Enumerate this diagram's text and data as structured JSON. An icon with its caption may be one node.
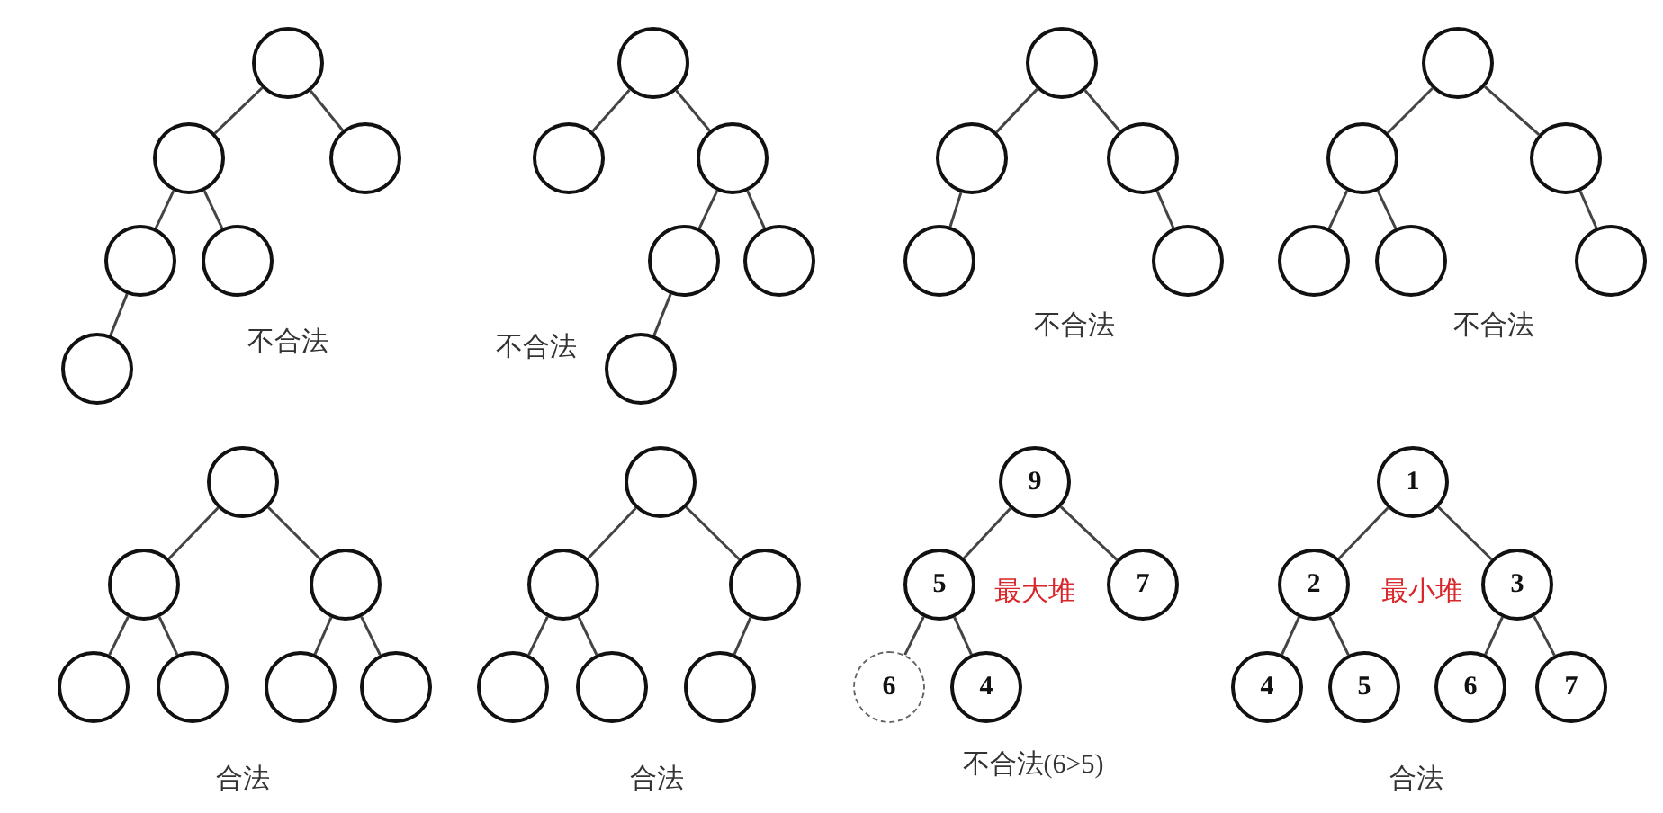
{
  "diagram": {
    "nodes": [
      {
        "text": [],
        "shape": "circle"
      },
      {
        "text": [],
        "shape": "circle"
      },
      {
        "text": [],
        "shape": "circle"
      },
      {
        "text": [],
        "shape": "circle"
      },
      {
        "text": [],
        "shape": "circle"
      },
      {
        "text": [],
        "shape": "circle"
      },
      {
        "text": [],
        "shape": "circle"
      },
      {
        "text": [],
        "shape": "circle"
      },
      {
        "text": [],
        "shape": "circle"
      },
      {
        "text": [],
        "shape": "circle"
      },
      {
        "text": [],
        "shape": "circle"
      },
      {
        "text": [],
        "shape": "circle"
      },
      {
        "text": [],
        "shape": "circle"
      },
      {
        "text": [],
        "shape": "circle"
      },
      {
        "text": [],
        "shape": "circle"
      },
      {
        "text": [],
        "shape": "circle"
      },
      {
        "text": [],
        "shape": "circle"
      },
      {
        "text": [],
        "shape": "circle"
      },
      {
        "text": [],
        "shape": "circle"
      },
      {
        "text": [],
        "shape": "circle"
      },
      {
        "text": [],
        "shape": "circle"
      },
      {
        "text": [],
        "shape": "circle"
      },
      {
        "text": [],
        "shape": "circle"
      },
      {
        "text": [],
        "shape": "circle"
      },
      {
        "text": [],
        "shape": "circle"
      },
      {
        "text": [],
        "shape": "circle"
      },
      {
        "text": [],
        "shape": "circle"
      },
      {
        "text": [],
        "shape": "circle"
      },
      {
        "text": [],
        "shape": "circle"
      },
      {
        "text": [],
        "shape": "circle"
      },
      {
        "text": [],
        "shape": "circle"
      },
      {
        "text": [],
        "shape": "circle"
      },
      {
        "text": [],
        "shape": "circle"
      },
      {
        "text": [],
        "shape": "circle"
      },
      {
        "text": [],
        "shape": "circle"
      },
      {
        "text": [],
        "shape": "circle"
      },
      {
        "text": [
          "9"
        ]
      },
      {
        "text": [
          "5"
        ]
      },
      {
        "text": [
          "7"
        ]
      },
      {
        "text": [
          "6"
        ]
      },
      {
        "text": [
          "4"
        ]
      },
      {
        "text": [
          "1"
        ]
      },
      {
        "text": [
          "2"
        ]
      },
      {
        "text": [
          "3"
        ]
      },
      {
        "text": [
          "4"
        ]
      },
      {
        "text": [
          "5"
        ]
      },
      {
        "text": [
          "6"
        ]
      },
      {
        "text": [
          "7"
        ]
      }
    ],
    "edges": [
      {
        "from": 0,
        "to": 1,
        "arrow": "none"
      },
      {
        "from": 0,
        "to": 2,
        "arrow": "none"
      },
      {
        "from": 1,
        "to": 3,
        "arrow": "none"
      },
      {
        "from": 1,
        "to": 4,
        "arrow": "none"
      },
      {
        "from": 3,
        "to": 5,
        "arrow": "none"
      },
      {
        "from": 6,
        "to": 7,
        "arrow": "none"
      },
      {
        "from": 6,
        "to": 8,
        "arrow": "none"
      },
      {
        "from": 8,
        "to": 9,
        "arrow": "none"
      },
      {
        "from": 8,
        "to": 10,
        "arrow": "none"
      },
      {
        "from": 9,
        "to": 11,
        "arrow": "none"
      },
      {
        "from": 12,
        "to": 13,
        "arrow": "none"
      },
      {
        "from": 12,
        "to": 14,
        "arrow": "none"
      },
      {
        "from": 13,
        "to": 15,
        "arrow": "none"
      },
      {
        "from": 14,
        "to": 16,
        "arrow": "none"
      },
      {
        "from": 17,
        "to": 18,
        "arrow": "none"
      },
      {
        "from": 17,
        "to": 19,
        "arrow": "none"
      },
      {
        "from": 18,
        "to": 20,
        "arrow": "none"
      },
      {
        "from": 18,
        "to": 21,
        "arrow": "none"
      },
      {
        "from": 19,
        "to": 22,
        "arrow": "none"
      },
      {
        "from": 23,
        "to": 24,
        "arrow": "none"
      },
      {
        "from": 23,
        "to": 25,
        "arrow": "none"
      },
      {
        "from": 24,
        "to": 26,
        "arrow": "none"
      },
      {
        "from": 24,
        "to": 27,
        "arrow": "none"
      },
      {
        "from": 25,
        "to": 28,
        "arrow": "none"
      },
      {
        "from": 25,
        "to": 29,
        "arrow": "none"
      },
      {
        "from": 30,
        "to": 31,
        "arrow": "none"
      },
      {
        "from": 30,
        "to": 32,
        "arrow": "none"
      },
      {
        "from": 31,
        "to": 33,
        "arrow": "none"
      },
      {
        "from": 31,
        "to": 34,
        "arrow": "none"
      },
      {
        "from": 32,
        "to": 35,
        "arrow": "none"
      },
      {
        "from": 36,
        "to": 37,
        "arrow": "none"
      },
      {
        "from": 36,
        "to": 38,
        "arrow": "none"
      },
      {
        "from": 37,
        "to": 39,
        "arrow": "none"
      },
      {
        "from": 37,
        "to": 40,
        "arrow": "none"
      },
      {
        "from": 41,
        "to": 42,
        "arrow": "none"
      },
      {
        "from": 41,
        "to": 43,
        "arrow": "none"
      },
      {
        "from": 42,
        "to": 44,
        "arrow": "none"
      },
      {
        "from": 42,
        "to": 45,
        "arrow": "none"
      },
      {
        "from": 43,
        "to": 46,
        "arrow": "none"
      },
      {
        "from": 43,
        "to": 47,
        "arrow": "none"
      }
    ],
    "labels": [
      "不合法",
      "不合法",
      "不合法",
      "不合法",
      "最大堆",
      "最小堆",
      "合法",
      "合法",
      "不合法(6>5)",
      "合法"
    ]
  }
}
